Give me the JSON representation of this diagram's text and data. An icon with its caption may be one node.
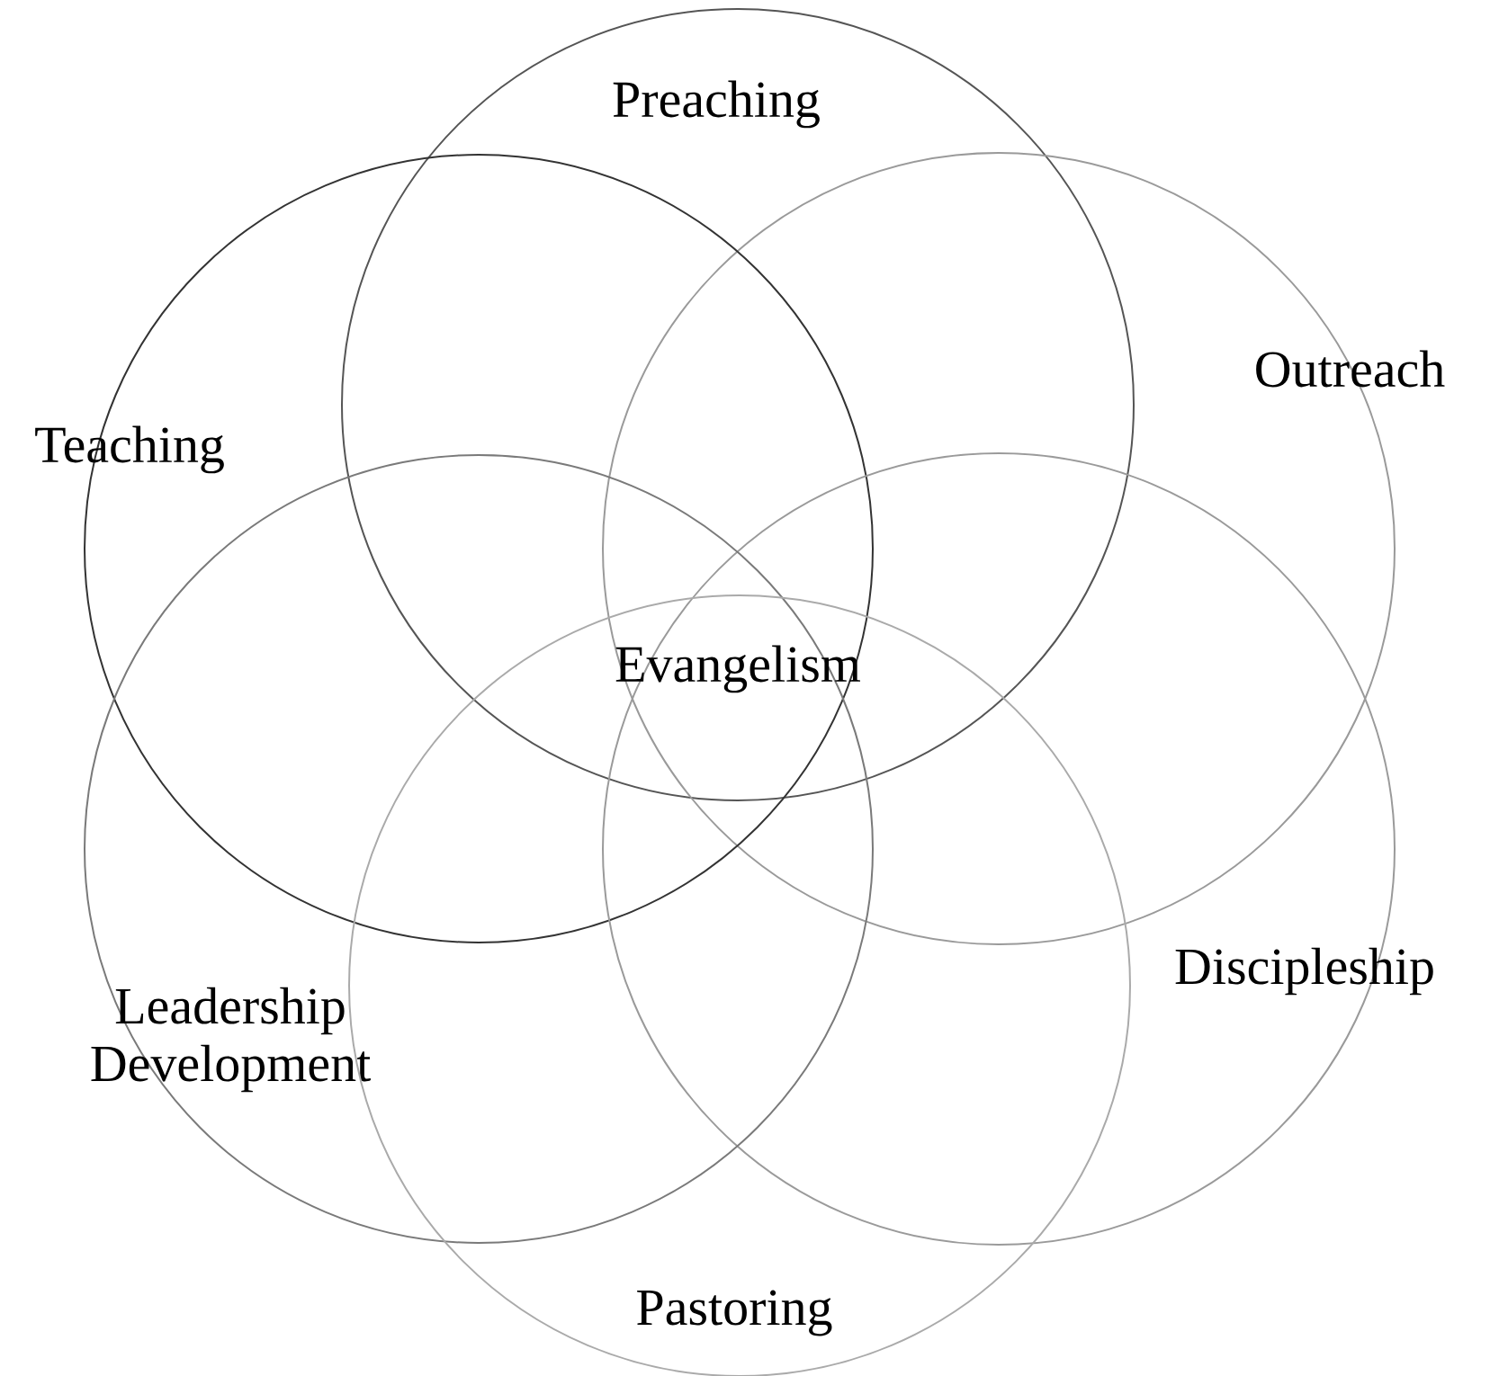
{
  "diagram": {
    "nodes": [
      {
        "text": [
          "Preaching"
        ]
      },
      {
        "text": [
          "Outreach"
        ]
      },
      {
        "text": [
          "Teaching"
        ]
      },
      {
        "text": [
          "Discipleship"
        ]
      },
      {
        "text": [
          "Leadership Development"
        ]
      },
      {
        "text": [
          "Pastoring"
        ]
      }
    ],
    "labels": [
      "Evangelism"
    ]
  }
}
